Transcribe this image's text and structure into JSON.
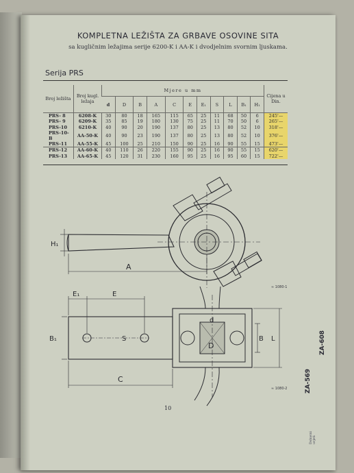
{
  "title": "KOMPLETNA LEŽIŠTA ZA GRBAVE OSOVINE SITA",
  "subtitle": "sa kugličnim ležajima serije 6200-K i AA-K i dvodjelnim svornim ljuskama.",
  "series_label": "Serija PRS",
  "table": {
    "col_type": "Broj ležišta",
    "col_bearing": "Broj kugl. ležaja",
    "col_dims_group": "Mjere u mm",
    "col_price": "Cijena u Din.",
    "dims": [
      "d",
      "D",
      "B",
      "A",
      "C",
      "E",
      "E₁",
      "S",
      "L",
      "B₁",
      "H₁"
    ],
    "rows": [
      {
        "type": "PRS- 8",
        "bearing": "6208-K",
        "vals": [
          "30",
          "80",
          "18",
          "165",
          "115",
          "65",
          "25",
          "11",
          "68",
          "50",
          "6"
        ],
        "price": "245'—"
      },
      {
        "type": "PRS- 9",
        "bearing": "6209-K",
        "vals": [
          "35",
          "85",
          "19",
          "180",
          "130",
          "75",
          "25",
          "11",
          "70",
          "50",
          "6"
        ],
        "price": "265'—"
      },
      {
        "type": "PRS-10",
        "bearing": "6210-K",
        "vals": [
          "40",
          "90",
          "20",
          "190",
          "137",
          "80",
          "25",
          "13",
          "80",
          "52",
          "10"
        ],
        "price": "318'—"
      },
      {
        "type": "PRS-10-B",
        "bearing": "AA-50-K",
        "vals": [
          "40",
          "90",
          "23",
          "190",
          "137",
          "80",
          "25",
          "13",
          "80",
          "52",
          "10"
        ],
        "price": "376'—"
      },
      {
        "type": "PRS-11",
        "bearing": "AA-55-K",
        "vals": [
          "45",
          "100",
          "25",
          "210",
          "150",
          "90",
          "25",
          "16",
          "90",
          "55",
          "15"
        ],
        "price": "473'—"
      },
      {
        "type": "PRS-12",
        "bearing": "AA-60-K",
        "vals": [
          "40",
          "110",
          "26",
          "220",
          "155",
          "90",
          "25",
          "16",
          "90",
          "55",
          "15"
        ],
        "price": "620'—"
      },
      {
        "type": "PRS-13",
        "bearing": "AA-65-K",
        "vals": [
          "45",
          "120",
          "31",
          "230",
          "160",
          "95",
          "25",
          "16",
          "95",
          "60",
          "15"
        ],
        "price": "722'—"
      }
    ]
  },
  "drawing": {
    "top_labels": {
      "h1": "H₁",
      "a": "A",
      "ref": "≈ 1080-1"
    },
    "bottom_labels": {
      "e1": "E₁",
      "e": "E",
      "b1": "B₁",
      "s": "S",
      "c": "C",
      "d_small": "d",
      "d_big": "D",
      "b": "B",
      "l": "L",
      "ref": "≈ 1080-2"
    }
  },
  "page_number": "10",
  "side_codes": [
    "ZA-608",
    "ZA-569"
  ],
  "stamp_text": [
    "Dobavni",
    "uvjeti"
  ]
}
